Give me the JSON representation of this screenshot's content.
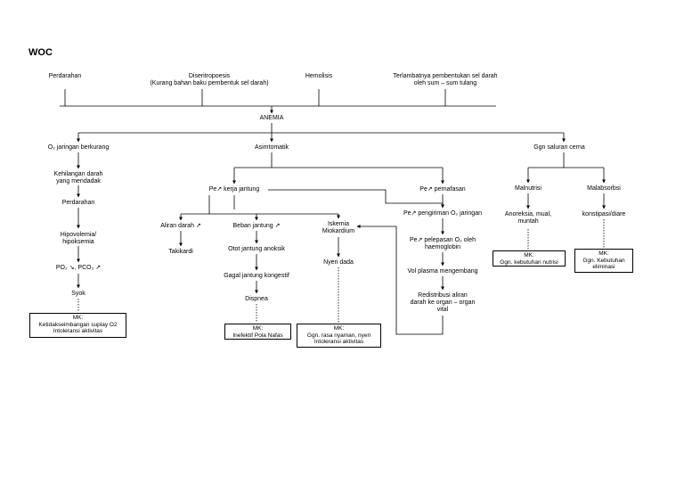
{
  "title": "WOC",
  "causes": {
    "perdarahan": "Perdarahan",
    "diseritropoesis": "Diseritropoesis\n(Kurang bahan baku pembentuk sel darah)",
    "hemolisis": "Hemolisis",
    "terlambat": "Terlambatnya pembentukan sel darah\noleh sum – sum tulang"
  },
  "anemia": "ANEMIA",
  "left": {
    "o2": "O₂ jaringan berkurang",
    "kehilangan": "Kehilangan darah\nyang mendadak",
    "perdarahan": "Perdarahan",
    "hipovolemia": "Hipovolemia/\nhipoksemia",
    "po2": "PO₂ ↘, PCO₂ ↗",
    "syok": "Syok",
    "mk": "MK:\nKetidakseimbangan suplay O2\nIntoleransi aktivitas"
  },
  "center": {
    "asimtomatik": "Asimtomatik",
    "kerja_jantung": "Pe↗ kerja jantung",
    "aliran_darah": "Aliran darah ↗",
    "takikardi": "Takikardi",
    "beban_jantung": "Beban jantung ↗",
    "otot_jantung": "Otot jantung anoksik",
    "gagal_jantung": "Gagal jantung kongestif",
    "dispnea": "Dispnea",
    "mk_napas": "MK:\nInefektif Pola Nafas",
    "iskemia": "Iskemia\nMiokardium",
    "nyeri_dada": "Nyeri dada",
    "mk_nyeri": "MK:\nGgn. rasa nyaman, nyeri\nIntoleransi aktivitas"
  },
  "right_center": {
    "pernafasan": "Pe↗ pernafasan",
    "pengiriman": "Pe↗ pengiriman O₂ jaringan",
    "pelepasan": "Pe↗ pelepasan O₂ oleh\nhaemoglobin",
    "vol_plasma": "Vol plasma mengembang",
    "redistribusi": "Redistribusi aliran\ndarah ke organ – organ\nvital"
  },
  "right": {
    "ggn_saluran": "Ggn saluran cerna",
    "malnutrisi": "Malnutrisi",
    "anoreksia": "Anoreksia, mual,\nmuntah",
    "mk_nutrisi": "MK:\nGgn. kebutuhan nutrisi",
    "malabsorbsi": "Malabsorbsi",
    "konstipasi": "konstipasi/diare",
    "mk_eliminasi": "MK:\nGgn. Kebutuhan\neliminasi"
  },
  "line_color": "#000000"
}
